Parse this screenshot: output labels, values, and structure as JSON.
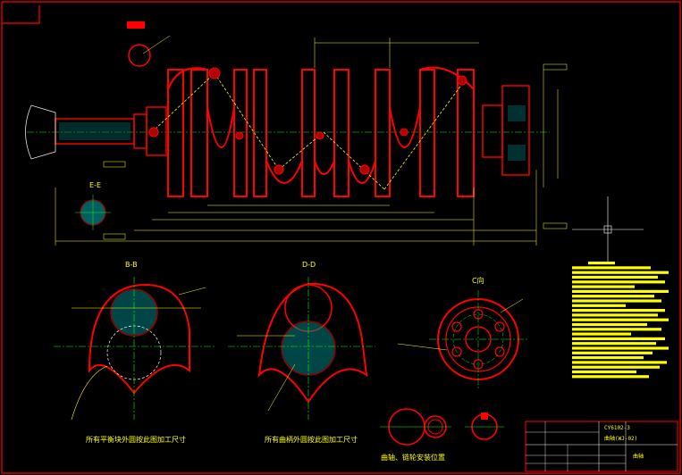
{
  "sections": {
    "a": "B-B",
    "b": "D-D",
    "c": "E-E",
    "d": "C向"
  },
  "captions": {
    "left_view": "所有平衡块外圆按此图加工尺寸",
    "right_view": "所有曲柄外圆按此图加工尺寸",
    "bottom": "曲轴、链轮安装位置"
  },
  "title_block": {
    "drawing_no": "CY6102-3",
    "part_name": "曲轴(WJ-02)",
    "company": "曲轴"
  },
  "colors": {
    "outline": "#ff0000",
    "dimension": "#ffff00",
    "center": "#00ff00",
    "hidden": "#ffffff",
    "hatch": "#00ffff",
    "frame": "#ff0000"
  }
}
